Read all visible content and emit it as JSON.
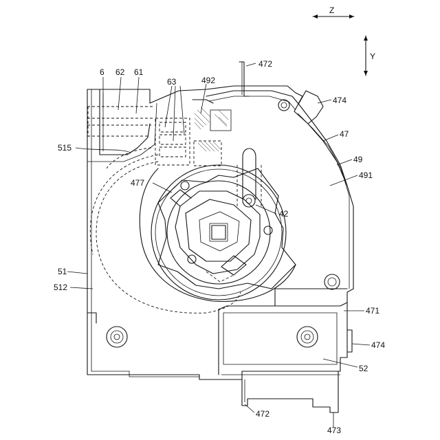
{
  "axes": {
    "horizontal": "Z",
    "vertical": "Y"
  },
  "labels": {
    "l6": "6",
    "l62": "62",
    "l61": "61",
    "l63": "63",
    "l492": "492",
    "l472_top": "472",
    "l474_top": "474",
    "l47": "47",
    "l515": "515",
    "l49": "49",
    "l491": "491",
    "l477": "477",
    "l42": "42",
    "l51": "51",
    "l512": "512",
    "l471": "471",
    "l474_bottom": "474",
    "l52": "52",
    "l472_bottom": "472",
    "l473": "473"
  }
}
